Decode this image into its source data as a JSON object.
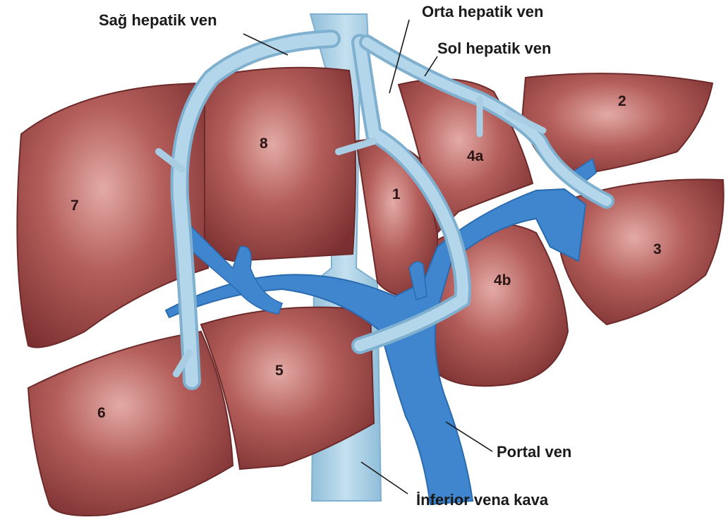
{
  "labels": {
    "right_hepatic_vein": "Sağ hepatik ven",
    "middle_hepatic_vein": "Orta hepatik ven",
    "left_hepatic_vein": "Sol hepatik ven",
    "portal_vein": "Portal ven",
    "inferior_vena_cava": "İnferior vena kava"
  },
  "segments": {
    "s1": "1",
    "s2": "2",
    "s3": "3",
    "s4a": "4a",
    "s4b": "4b",
    "s5": "5",
    "s6": "6",
    "s7": "7",
    "s8": "8"
  },
  "colors": {
    "liver": "#9a4545",
    "liver_light": "#cf8a86",
    "liver_dark": "#6e2a2a",
    "hepatic_vein": "#a9cde3",
    "hepatic_vein_edge": "#7fb0cf",
    "portal_vein": "#3f86cf",
    "portal_vein_edge": "#2a6aae"
  }
}
